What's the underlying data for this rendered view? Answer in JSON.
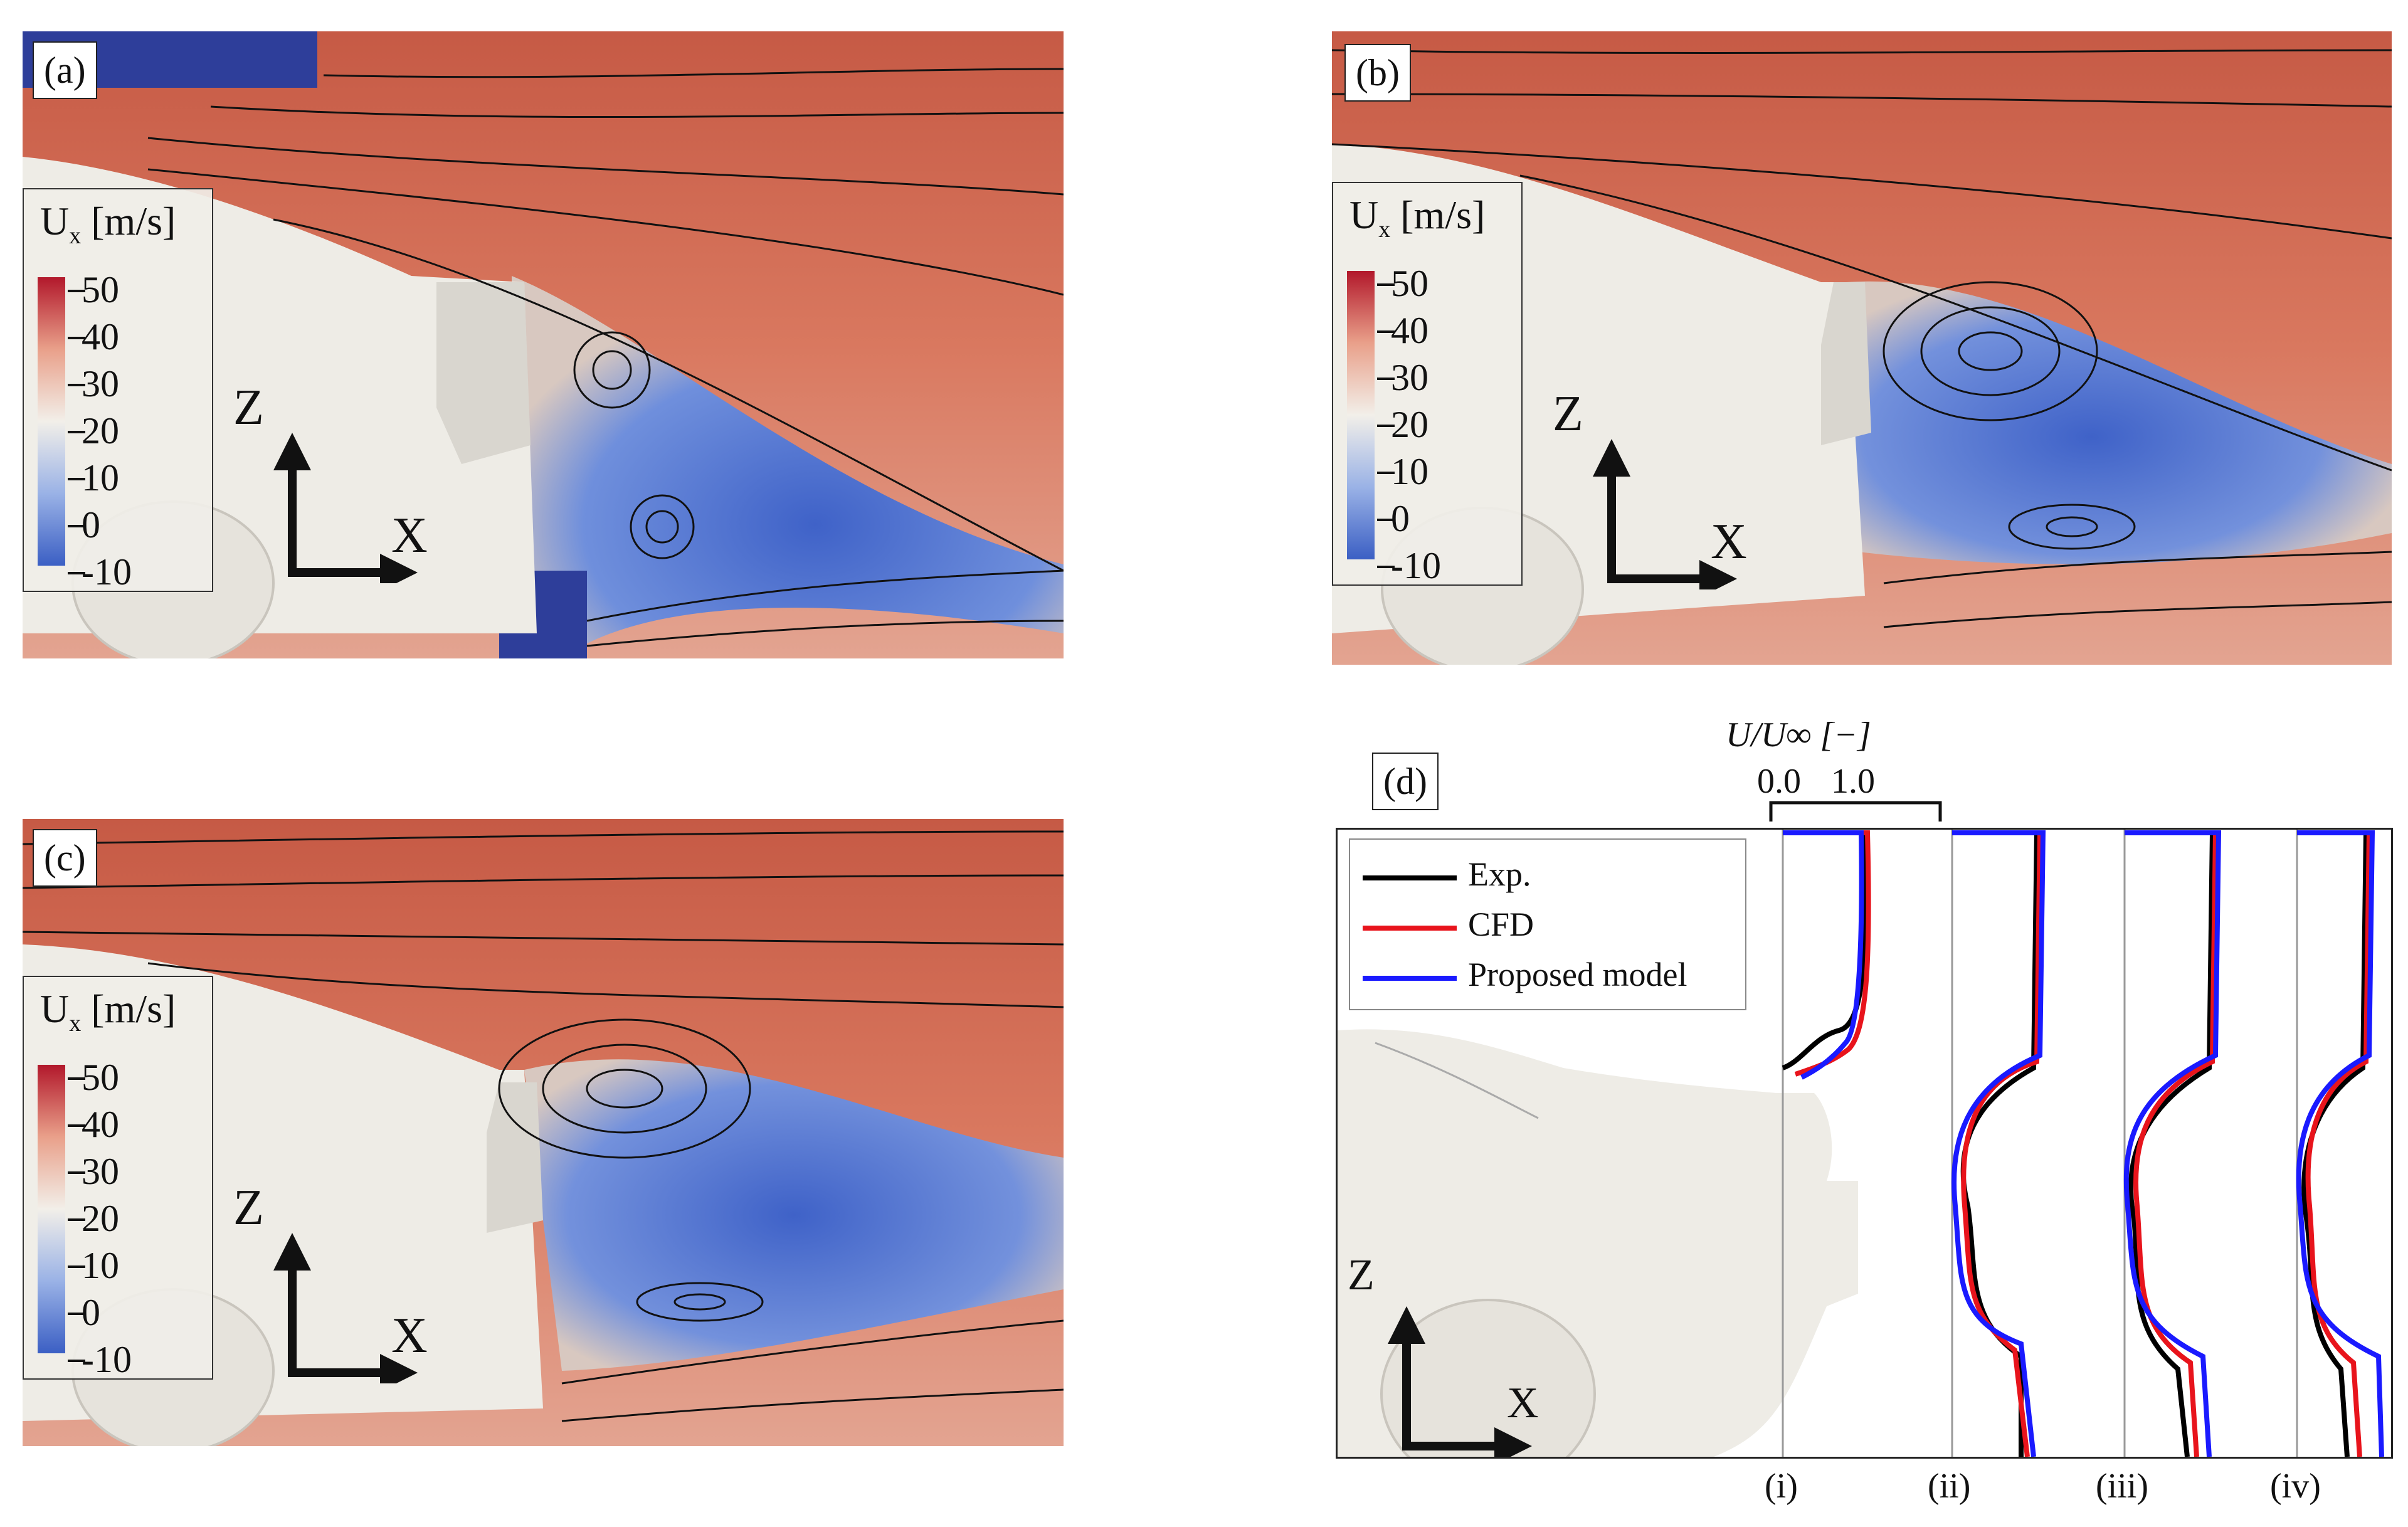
{
  "panels": {
    "a": {
      "label": "(a)"
    },
    "b": {
      "label": "(b)"
    },
    "c": {
      "label": "(c)"
    },
    "d": {
      "label": "(d)"
    }
  },
  "colorbar": {
    "title_main": "U",
    "title_sub": "x",
    "title_unit": " [m/s]",
    "ticks": [
      "50",
      "40",
      "30",
      "20",
      "10",
      "0",
      "-10"
    ],
    "colors": {
      "high": "#b2182b",
      "mid": "#f2efe9",
      "low": "#3b5fc4"
    }
  },
  "axes": {
    "z": "Z",
    "x": "X"
  },
  "profile_plot": {
    "top_label": "U/U∞ [−]",
    "scale_left": "0.0",
    "scale_right": "1.0",
    "legend": [
      {
        "label": "Exp.",
        "color": "#000000"
      },
      {
        "label": "CFD",
        "color": "#e8141c"
      },
      {
        "label": "Proposed model",
        "color": "#1a1aff"
      }
    ],
    "stations": [
      "(i)",
      "(ii)",
      "(iii)",
      "(iv)"
    ]
  },
  "colors": {
    "freestream": "#c8604a",
    "wake": "#4a6fd0",
    "car": "#eeece6",
    "masked": "#2e3e9a"
  }
}
